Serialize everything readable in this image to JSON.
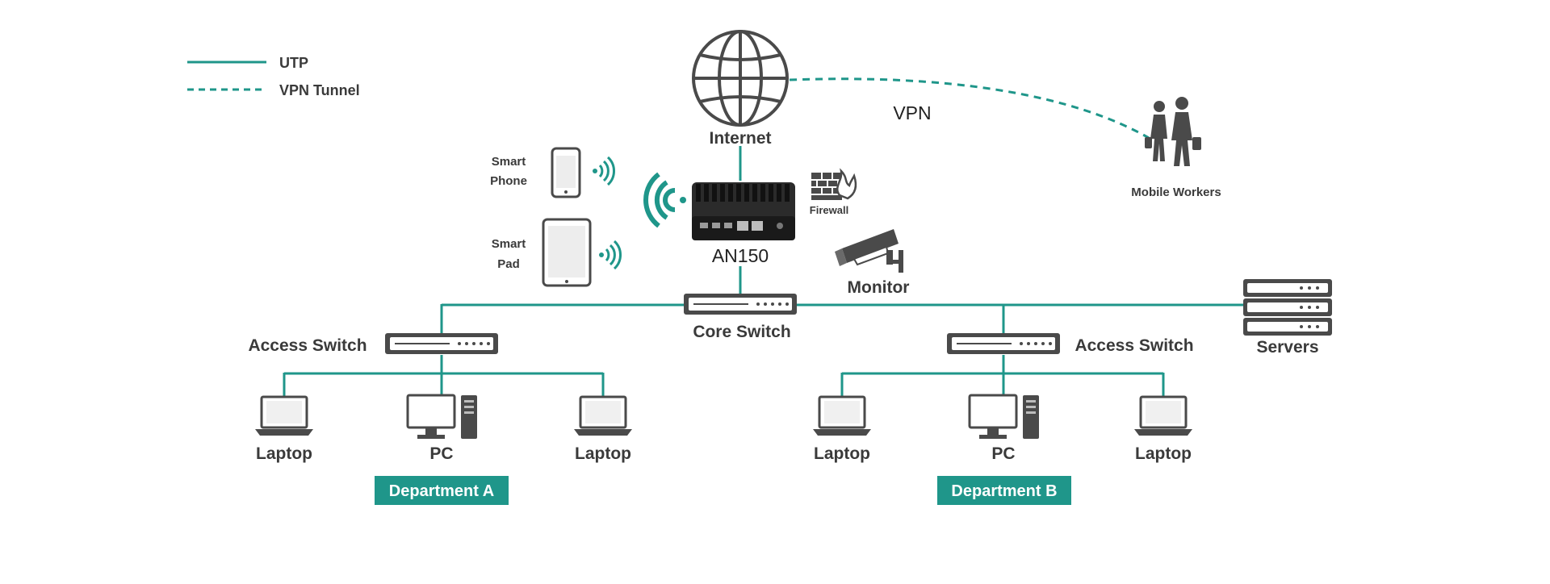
{
  "colors": {
    "teal": "#1f968a",
    "dark": "#3a3a3a",
    "icon_gray": "#5a5a5a",
    "background": "#ffffff"
  },
  "legend": {
    "utp": "UTP",
    "vpn_tunnel": "VPN Tunnel"
  },
  "nodes": {
    "internet": "Internet",
    "vpn": "VPN",
    "mobile_workers": "Mobile Workers",
    "smart_phone_line1": "Smart",
    "smart_phone_line2": "Phone",
    "smart_pad_line1": "Smart",
    "smart_pad_line2": "Pad",
    "firewall": "Firewall",
    "an150": "AN150",
    "monitor": "Monitor",
    "core_switch": "Core Switch",
    "access_switch_a": "Access Switch",
    "access_switch_b": "Access Switch",
    "servers": "Servers"
  },
  "department_a": {
    "label": "Department A",
    "laptop_left": "Laptop",
    "pc": "PC",
    "laptop_right": "Laptop"
  },
  "department_b": {
    "label": "Department B",
    "laptop_left": "Laptop",
    "pc": "PC",
    "laptop_right": "Laptop"
  },
  "icons": {
    "globe": "globe-icon",
    "phone": "smartphone-icon",
    "tablet": "tablet-icon",
    "wifi": "wifi-icon",
    "router": "router-icon",
    "firewall": "firewall-icon",
    "camera": "camera-icon",
    "switch": "switch-icon",
    "server": "server-icon",
    "laptop": "laptop-icon",
    "desktop": "desktop-pc-icon",
    "people": "people-icon"
  }
}
